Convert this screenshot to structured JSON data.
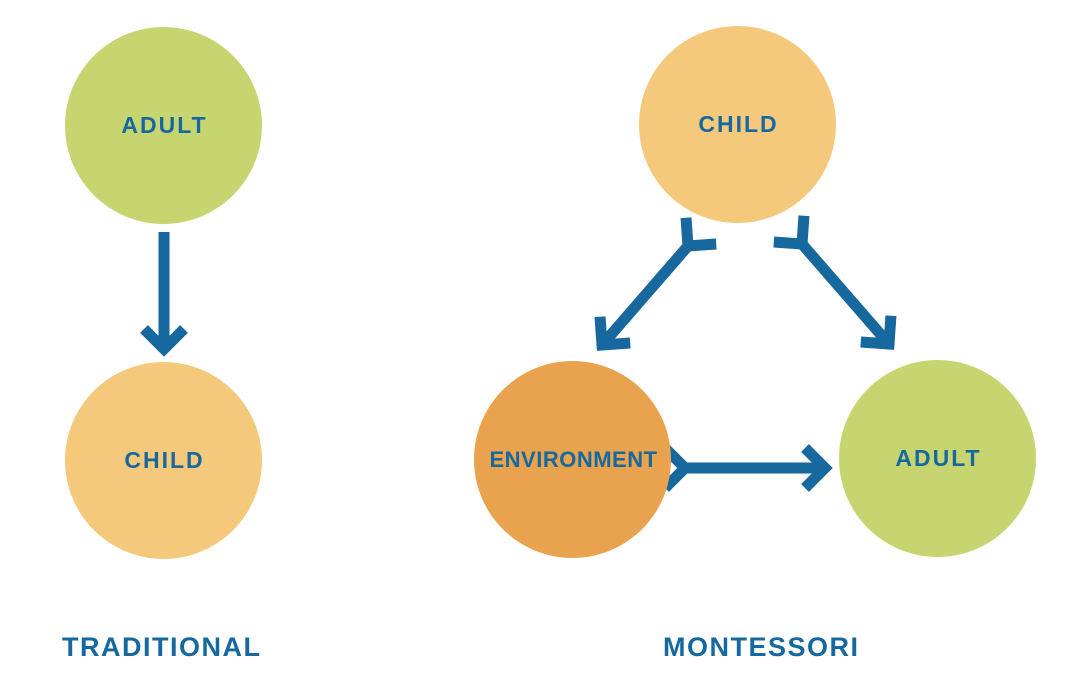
{
  "colors": {
    "background": "#ffffff",
    "node_green": "#c7d571",
    "node_yellow": "#f5c97c",
    "node_orange": "#e9a34f",
    "arrow_blue": "#16689e",
    "label_blue": "#16689e"
  },
  "traditional": {
    "title": "TRADITIONAL",
    "nodes": {
      "adult": {
        "label": "ADULT",
        "color": "#c7d571"
      },
      "child": {
        "label": "CHILD",
        "color": "#f5c97c"
      }
    },
    "arrows": [
      {
        "name": "adult-to-child",
        "from": "ADULT",
        "to": "CHILD",
        "type": "one-way-down"
      }
    ]
  },
  "montessori": {
    "title": "MONTESSORI",
    "nodes": {
      "child": {
        "label": "CHILD",
        "color": "#f5c97c"
      },
      "environment": {
        "label": "ENVIRONMENT",
        "color": "#e9a34f"
      },
      "adult": {
        "label": "ADULT",
        "color": "#c7d571"
      }
    },
    "arrows": [
      {
        "name": "child-environment",
        "between": [
          "CHILD",
          "ENVIRONMENT"
        ],
        "type": "two-way"
      },
      {
        "name": "child-adult",
        "between": [
          "CHILD",
          "ADULT"
        ],
        "type": "two-way"
      },
      {
        "name": "environment-adult",
        "between": [
          "ENVIRONMENT",
          "ADULT"
        ],
        "type": "two-way"
      }
    ]
  }
}
